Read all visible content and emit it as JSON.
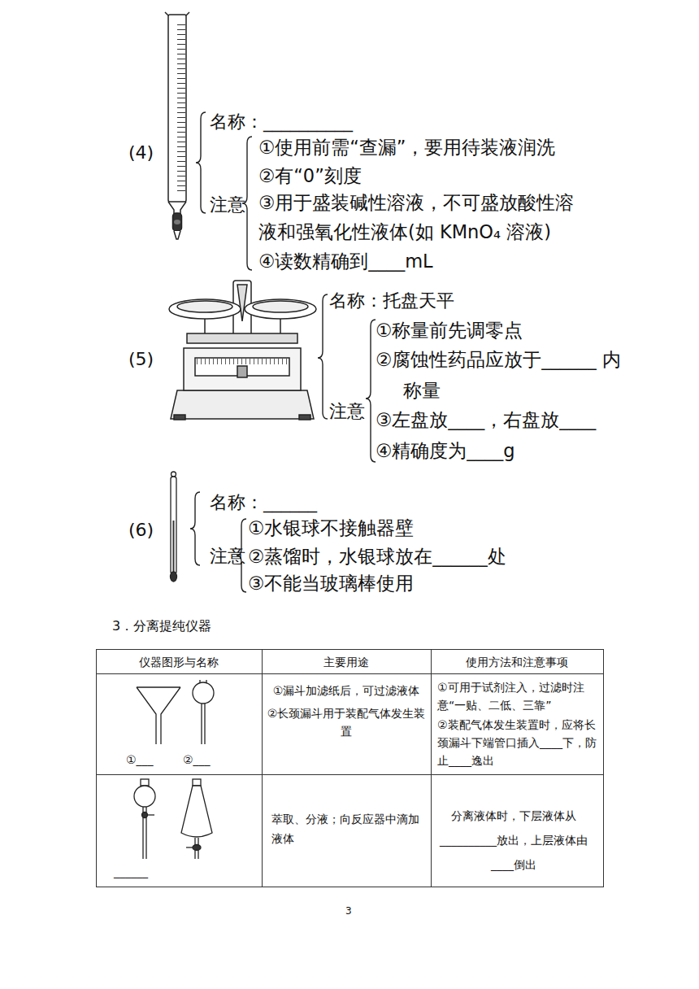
{
  "diagram": {
    "labels": [
      "(4)",
      "名称：__________",
      "注意",
      "①使用前需“查漏”，要用待装液润洗",
      "②有“0”刻度",
      "③用于盛装碱性溶液，不可盛放酸性溶液和强氧化性液体(如 KMnO₄ 溶液)",
      "④读数精确到____mL",
      "(5)",
      "名称：托盘天平",
      "注意",
      "①称量前先调零点",
      "②腐蚀性药品应放于______ 内称量",
      "③左盘放____，右盘放____",
      "④精确度为____g",
      "(6)",
      "名称：______",
      "注意",
      "①水银球不接触器壁",
      "②蒸馏时，水银球放在______处",
      "③不能当玻璃棒使用",
      "3．分离提纯仪器",
      "仪器图形与名称",
      "主要用途",
      "使用方法和注意事项",
      "①___",
      "②___",
      "①漏斗加滤纸后，可过滤液体",
      "②长颈漏斗用于装配气体发生装置",
      "①可用于试剂注入，过滤时注意“一贴、二低、三靠”",
      "②装配气体发生装置时，应将长颈漏斗下端管口插入____下，防止____逸出",
      "______",
      "萃取、分液；向反应器中滴加液体",
      "分离液体时，下层液体从__________放出，上层液体由____倒出",
      "3"
    ]
  }
}
